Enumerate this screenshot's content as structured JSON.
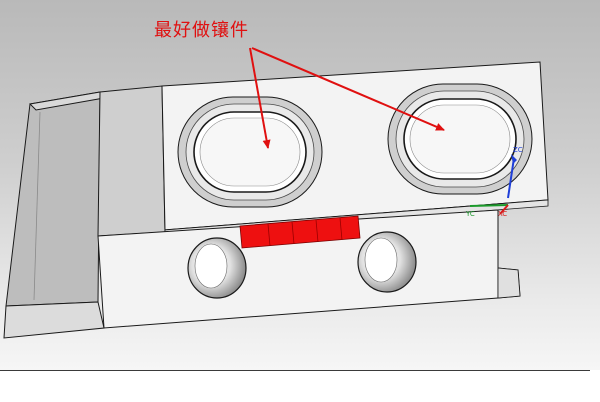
{
  "annotation": {
    "text": "最好做镶件",
    "color": "#e01010",
    "arrow_count": 2
  },
  "triad": {
    "z_label": "ZC",
    "y_label": "YC",
    "x_label": "XC",
    "z_color": "#1f3fd8",
    "y_color": "#1a9a2a",
    "x_color": "#d81a1a"
  },
  "model": {
    "body_color": "#f3f3f3",
    "side_face_color": "#c9c9c9",
    "highlight_color": "#ee1010",
    "edge_color": "#1a1a1a",
    "slot_count": 2,
    "hole_count": 2
  },
  "colors": {
    "background_top": "#b9b9b9",
    "background_bottom": "#f6f6f6"
  }
}
